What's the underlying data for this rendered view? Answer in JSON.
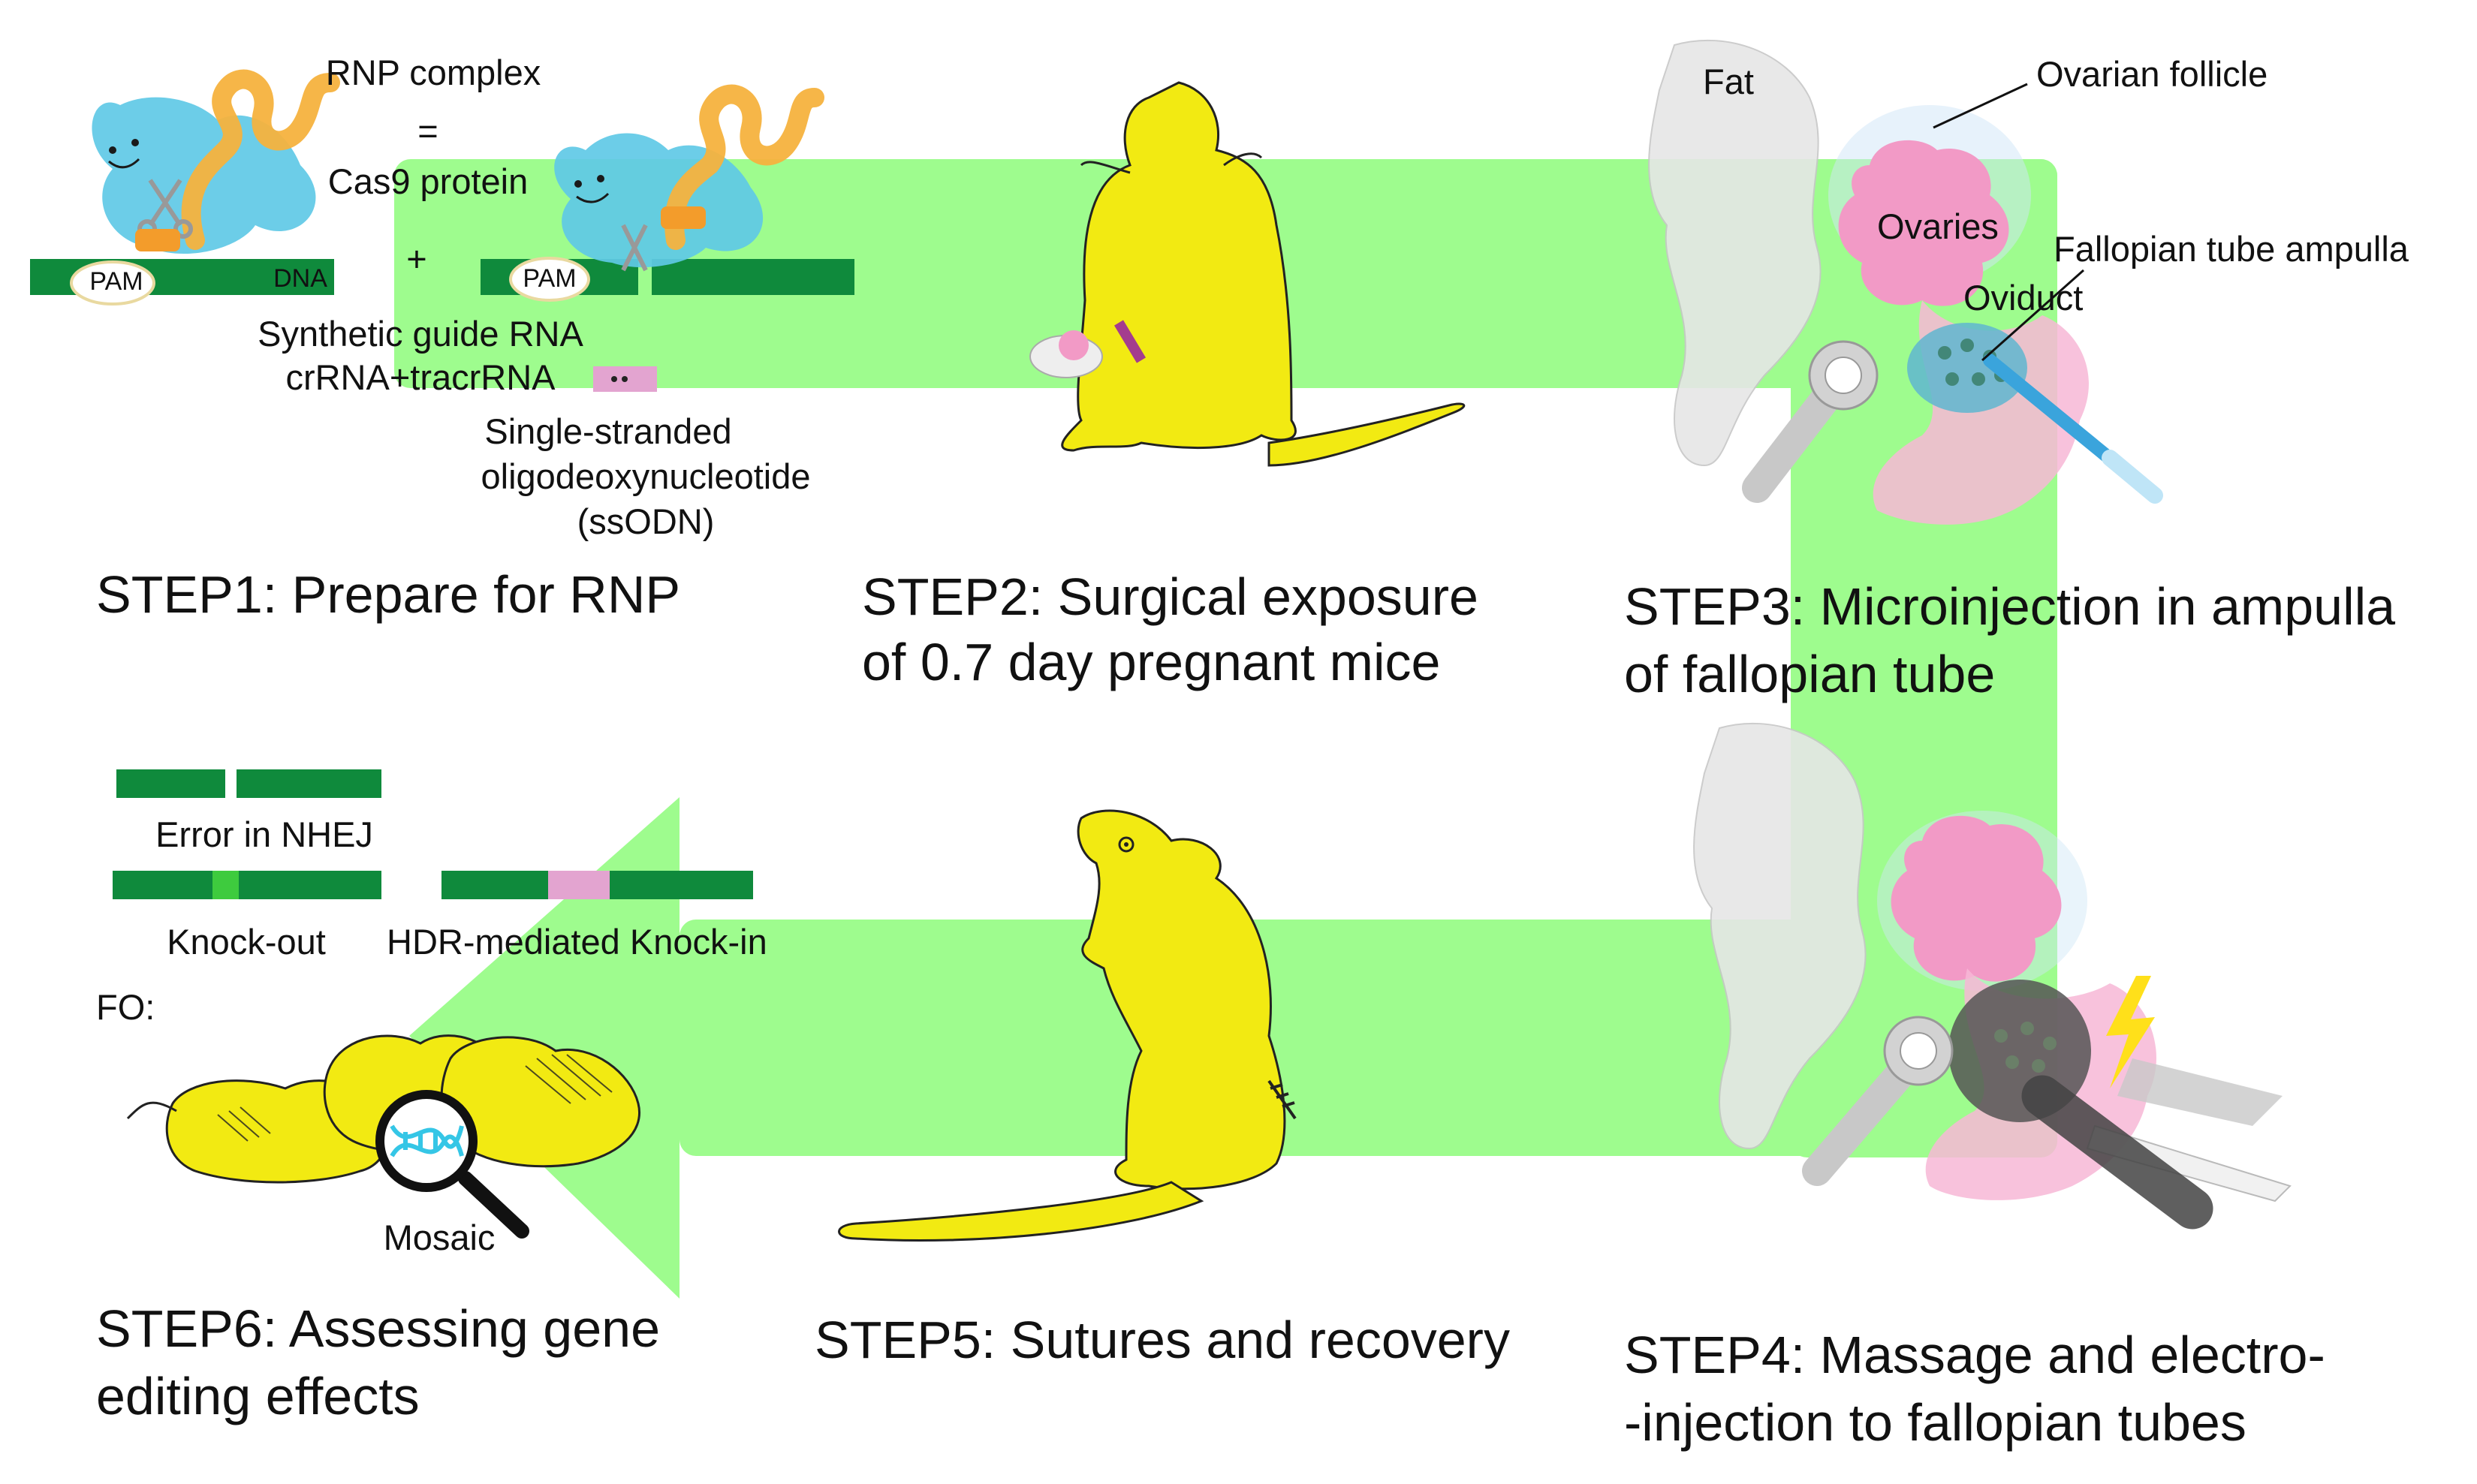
{
  "colors": {
    "arrow": "#9efc8e",
    "dna": "#0f8a3c",
    "mouse": "#f2ea12",
    "cas9": "#5fc9e6",
    "guide_rna": "#f6b23e",
    "ssodn": "#e3a4d0",
    "ovary": "#f29ac6",
    "fat": "#e6e6e6"
  },
  "icons": [
    "cas9-protein-icon",
    "scissors-icon",
    "dna-strand-icon",
    "mouse-icon",
    "ovary-icon",
    "micropipette-icon",
    "electrode-icon",
    "lightning-icon",
    "magnifier-icon",
    "dna-helix-icon"
  ],
  "step1": {
    "rnp_complex": "RNP complex",
    "equals": "=",
    "cas9_protein": "Cas9 protein",
    "plus": "+",
    "pam_left": "PAM",
    "dna": "DNA",
    "pam_right": "PAM",
    "synthetic_guide": "Synthetic guide RNA",
    "crrna": "crRNA+tracrRNA",
    "ssodn_line1": "Single-stranded",
    "ssodn_line2": "oligodeoxynucleotide",
    "ssodn_line3": "(ssODN)",
    "title": "STEP1: Prepare for RNP"
  },
  "step2": {
    "title_line1": "STEP2: Surgical exposure",
    "title_line2": "of 0.7 day pregnant mice"
  },
  "step3": {
    "fat": "Fat",
    "ovarian_follicle": "Ovarian follicle",
    "ovaries": "Ovaries",
    "ampulla": "Fallopian tube ampulla",
    "oviduct": "Oviduct",
    "title_line1": "STEP3: Microinjection in ampulla",
    "title_line2": "of fallopian tube"
  },
  "step4": {
    "title_line1": "STEP4: Massage and electro-",
    "title_line2": "-injection to fallopian tubes"
  },
  "step5": {
    "title": "STEP5: Sutures and recovery"
  },
  "step6": {
    "error_nhej": "Error in NHEJ",
    "knock_out": "Knock-out",
    "hdr_knock_in": "HDR-mediated Knock-in",
    "fo": "FO:",
    "mosaic": "Mosaic",
    "title_line1": "STEP6: Assessing gene",
    "title_line2": "editing effects"
  }
}
